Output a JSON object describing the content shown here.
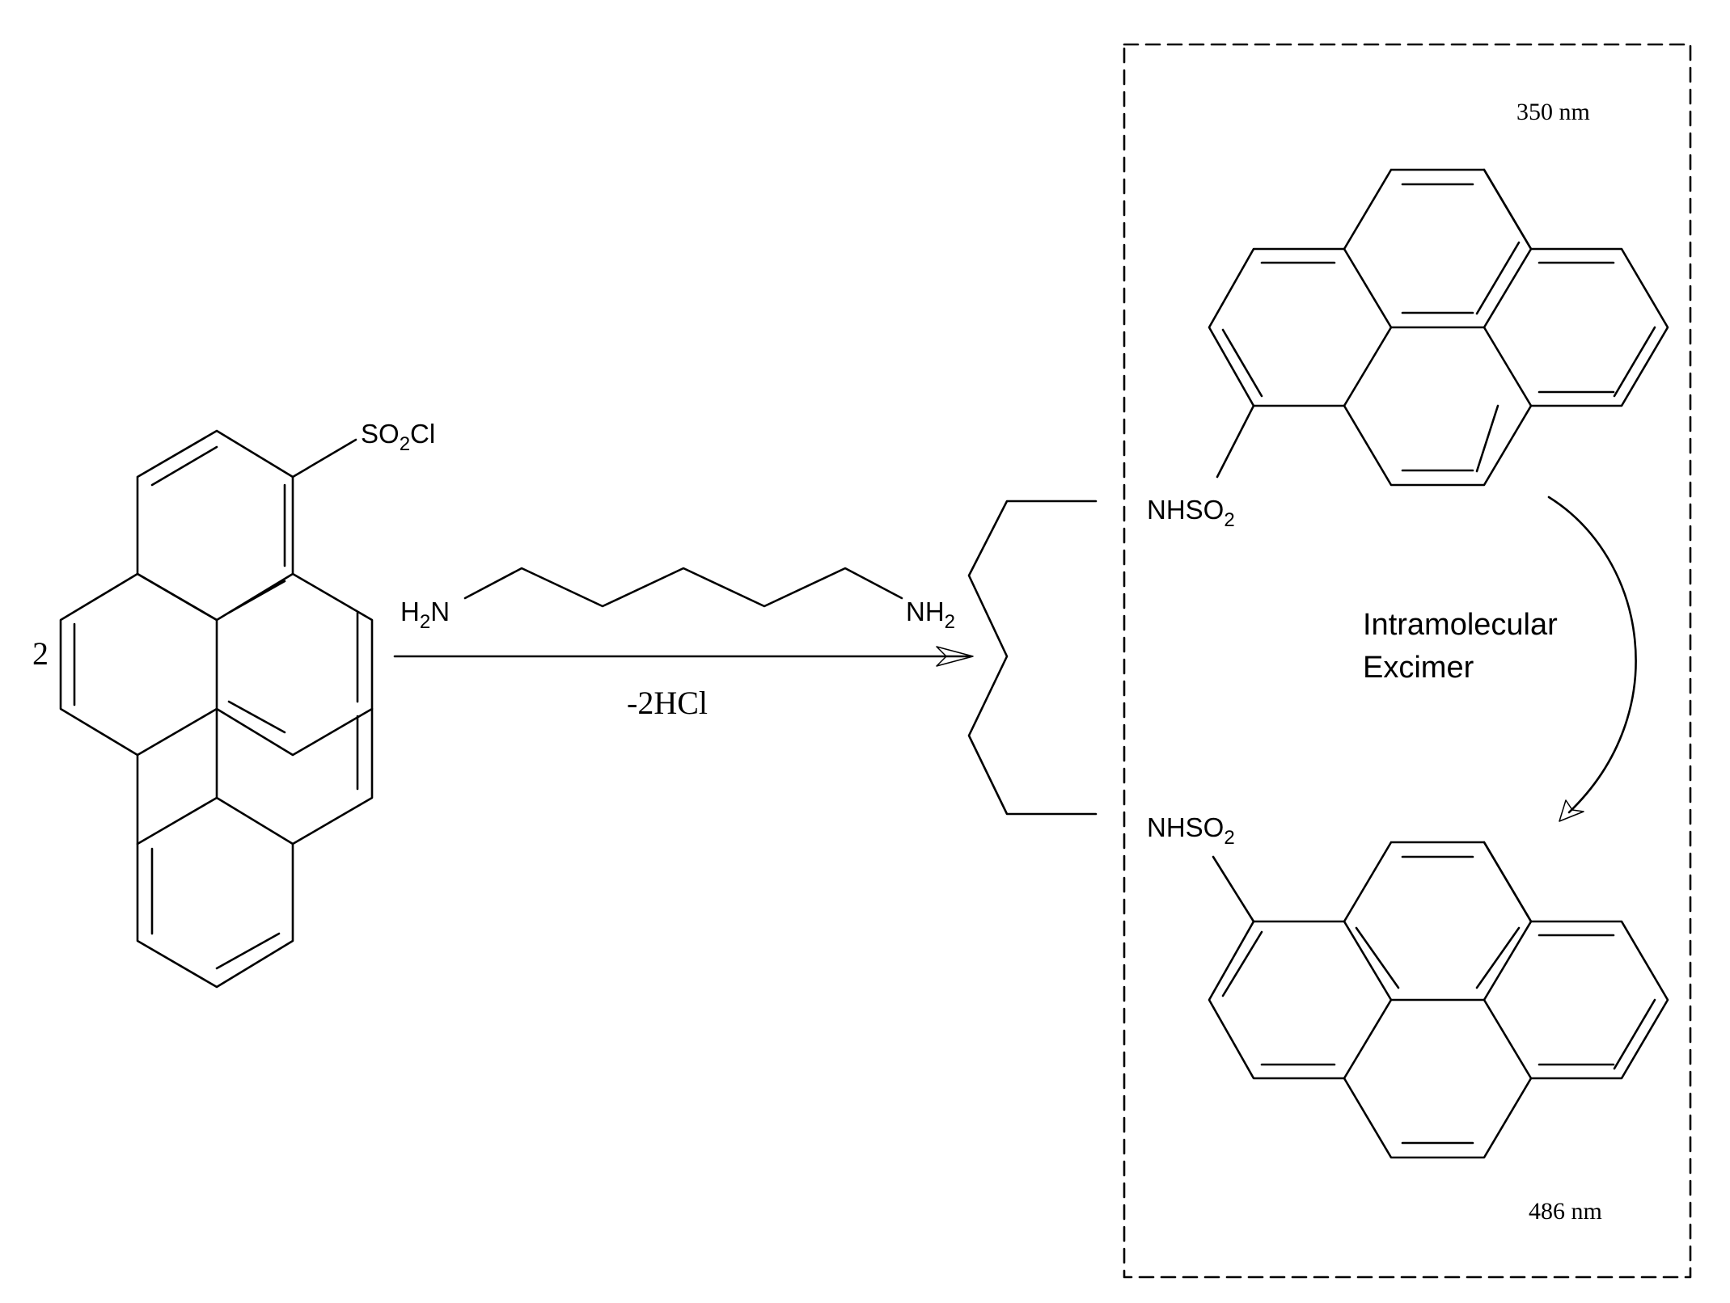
{
  "reactant": {
    "coefficient": "2",
    "group": {
      "a": "SO",
      "sub": "2",
      "b": "Cl"
    }
  },
  "diamine": {
    "left": {
      "a": "H",
      "sub": "2",
      "b": "N"
    },
    "right": {
      "a": "NH",
      "sub": "2"
    }
  },
  "byproduct": "-2HCl",
  "product": {
    "top_group": {
      "a": "NHSO",
      "sub": "2"
    },
    "bottom_group": {
      "a": "NHSO",
      "sub": "2"
    }
  },
  "excimer": {
    "line1": "Intramolecular",
    "line2": "Excimer",
    "excitation": "350 nm",
    "emission": "486 nm"
  }
}
